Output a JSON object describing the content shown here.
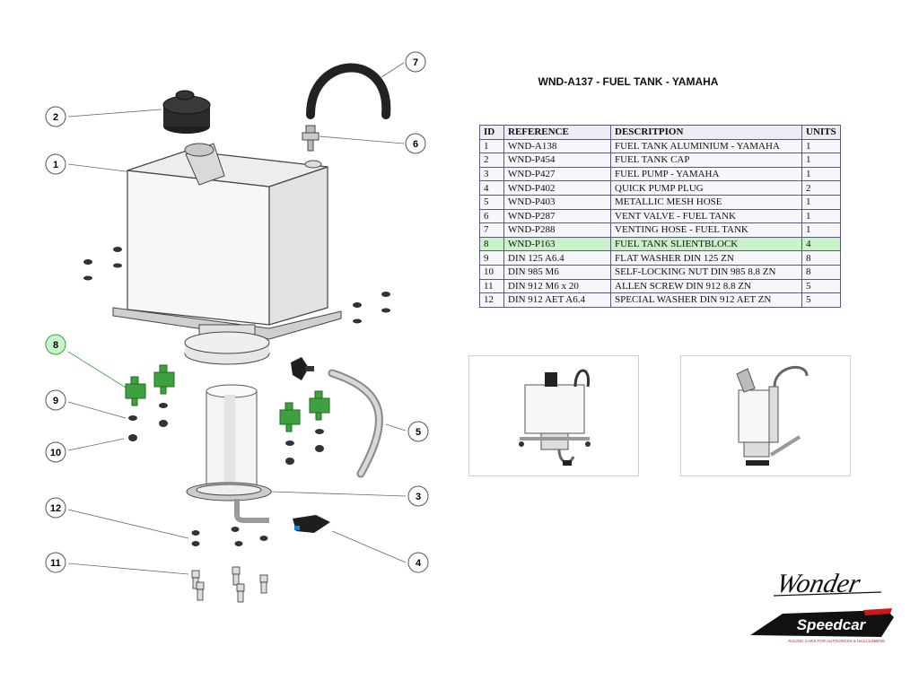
{
  "header": {
    "title": "WND-A137 - FUEL TANK - YAMAHA"
  },
  "table": {
    "columns": [
      "ID",
      "REFERENCE",
      "DESCRITPION",
      "UNITS"
    ],
    "rows": [
      {
        "id": "1",
        "reference": "WND-A138",
        "description": "FUEL TANK ALUMINIUM - YAMAHA",
        "units": "1"
      },
      {
        "id": "2",
        "reference": "WND-P454",
        "description": "FUEL TANK CAP",
        "units": "1"
      },
      {
        "id": "3",
        "reference": "WND-P427",
        "description": "FUEL PUMP - YAMAHA",
        "units": "1"
      },
      {
        "id": "4",
        "reference": "WND-P402",
        "description": "QUICK PUMP PLUG",
        "units": "2"
      },
      {
        "id": "5",
        "reference": "WND-P403",
        "description": "METALLIC MESH HOSE",
        "units": "1"
      },
      {
        "id": "6",
        "reference": "WND-P287",
        "description": "VENT VALVE - FUEL TANK",
        "units": "1"
      },
      {
        "id": "7",
        "reference": "WND-P288",
        "description": "VENTING HOSE - FUEL TANK",
        "units": "1"
      },
      {
        "id": "8",
        "reference": "WND-P163",
        "description": "FUEL TANK SLIENTBLOCK",
        "units": "4",
        "highlighted": true
      },
      {
        "id": "9",
        "reference": "DIN 125 A6.4",
        "description": "FLAT WASHER DIN 125 ZN",
        "units": "8"
      },
      {
        "id": "10",
        "reference": "DIN 985 M6",
        "description": "SELF-LOCKING NUT DIN 985 8.8 ZN",
        "units": "8"
      },
      {
        "id": "11",
        "reference": "DIN 912 M6 x 20",
        "description": "ALLEN SCREW DIN 912 8.8 ZN",
        "units": "5"
      },
      {
        "id": "12",
        "reference": "DIN 912 AET A6.4",
        "description": "SPECIAL WASHER DIN 912 AET ZN",
        "units": "5"
      }
    ]
  },
  "callouts": {
    "c1": "1",
    "c2": "2",
    "c3": "3",
    "c4": "4",
    "c5": "5",
    "c6": "6",
    "c7": "7",
    "c8": "8",
    "c9": "9",
    "c10": "10",
    "c11": "11",
    "c12": "12"
  },
  "brand": {
    "wonder": "Wonder",
    "speedcar": "Speedcar",
    "tagline": "RACING CARS FOR AUTOCROSS & HILLCLIMBING"
  },
  "colors": {
    "highlight_row": "#c9f2c9",
    "highlight_callout": "#c9f2c9",
    "silentblock_green": "#3fa040",
    "brand_red": "#d01818"
  }
}
